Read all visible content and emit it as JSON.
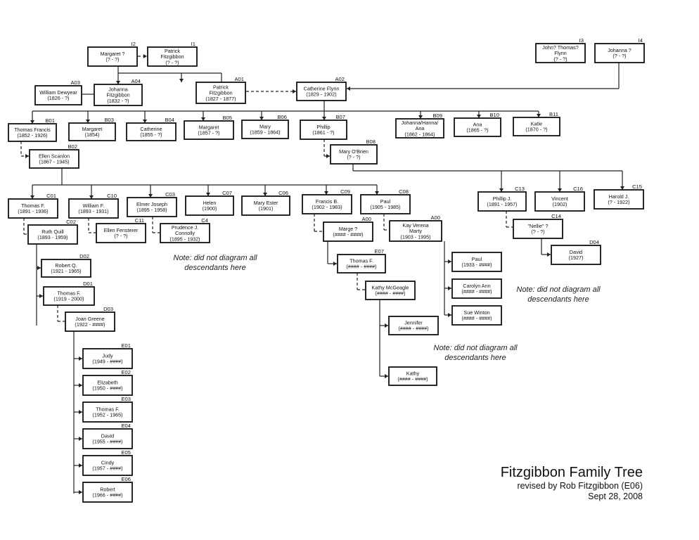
{
  "title": "Fitzgibbon Family Tree",
  "revised": "revised by Rob Fitzgibbon (E06)",
  "date": "Sept 28, 2008",
  "note": "Note: did not diagram all descendants here",
  "nodes": {
    "I2": {
      "id": "I2",
      "lines": [
        "Margaret ?",
        "(? - ?)"
      ]
    },
    "I1": {
      "id": "I1",
      "lines": [
        "Patrick",
        "Fitzgibbon",
        "(? - ?)"
      ]
    },
    "I3": {
      "id": "I3",
      "lines": [
        "John? Thomas?",
        "Flynn",
        "(? - ?)"
      ]
    },
    "I4": {
      "id": "I4",
      "lines": [
        "Johanna ?",
        "(? - ?)"
      ]
    },
    "A03": {
      "id": "A03",
      "lines": [
        "William Dewyear",
        "(1826 - ?)"
      ]
    },
    "A04": {
      "id": "A04",
      "lines": [
        "Johanna",
        "Fitzgibbon",
        "(1832 - ?)"
      ]
    },
    "A01": {
      "id": "A01",
      "lines": [
        "Patrick",
        "Fitzgibbon",
        "(1827 - 1877)"
      ]
    },
    "A02": {
      "id": "A02",
      "lines": [
        "Catherine Flynn",
        "(1829 - 1902)"
      ]
    },
    "B01": {
      "id": "B01",
      "lines": [
        "Thomas Francis",
        "(1852 - 1926)"
      ]
    },
    "B03": {
      "id": "B03",
      "lines": [
        "Margaret",
        "(1854)"
      ]
    },
    "B04": {
      "id": "B04",
      "lines": [
        "Catherine",
        "(1855 - ?)"
      ]
    },
    "B05": {
      "id": "B05",
      "lines": [
        "Margaret",
        "(1857 - ?)"
      ]
    },
    "B06": {
      "id": "B06",
      "lines": [
        "Mary",
        "(1859 - 1864)"
      ]
    },
    "B07": {
      "id": "B07",
      "lines": [
        "Phillip",
        "(1861 - ?)"
      ]
    },
    "B09": {
      "id": "B09",
      "lines": [
        "Johanna/Hanna/",
        "Ana",
        "(1862 - 1864)"
      ]
    },
    "B10": {
      "id": "B10",
      "lines": [
        "Ana",
        "(1865 - ?)"
      ]
    },
    "B11": {
      "id": "B11",
      "lines": [
        "Katie",
        "(1870 - ?)"
      ]
    },
    "B02": {
      "id": "B02",
      "lines": [
        "Ellen Scanlon",
        "(1867 - 1945)"
      ]
    },
    "B08": {
      "id": "B08",
      "lines": [
        "Mary O'Brien",
        "(? - ?)"
      ]
    },
    "C01": {
      "id": "C01",
      "lines": [
        "Thomas F.",
        "(1891 - 1936)"
      ]
    },
    "C10": {
      "id": "C10",
      "lines": [
        "William F.",
        "(1893 - 1931)"
      ]
    },
    "C03": {
      "id": "C03",
      "lines": [
        "Elmer Joseph",
        "(1895 - 1958)"
      ]
    },
    "C07": {
      "id": "C07",
      "lines": [
        "Helen",
        "(1900)"
      ]
    },
    "C06": {
      "id": "C06",
      "lines": [
        "Mary Ester",
        "(1901)"
      ]
    },
    "C09": {
      "id": "C09",
      "lines": [
        "Francis B.",
        "(1902 - 1983)"
      ]
    },
    "C08": {
      "id": "C08",
      "lines": [
        "Paul",
        "(1905 - 1985)"
      ]
    },
    "C13": {
      "id": "C13",
      "lines": [
        "Phillip J.",
        "(1891 - 1957)"
      ]
    },
    "C16": {
      "id": "C16",
      "lines": [
        "Vincent",
        "(1902)"
      ]
    },
    "C15": {
      "id": "C15",
      "lines": [
        "Harold J.",
        "(? - 1922)"
      ]
    },
    "C02": {
      "id": "C02",
      "lines": [
        "Ruth Quill",
        "(1893 - 1959)"
      ]
    },
    "C11": {
      "id": "C11",
      "lines": [
        "Ellen Fensterer",
        "(? - ?)"
      ]
    },
    "C4": {
      "id": "C4",
      "lines": [
        "Prudence J.",
        "Connolly",
        "(1895 - 1932)"
      ]
    },
    "A00a": {
      "id": "A00",
      "lines": [
        "Marge ?",
        "(#### - ####)"
      ]
    },
    "A00b": {
      "id": "A00",
      "lines": [
        "Kay Verena",
        "Marty",
        "(1903 - 1995)"
      ]
    },
    "C14": {
      "id": "C14",
      "lines": [
        "\"Nellie\" ?",
        "(? - ?)"
      ]
    },
    "D02": {
      "id": "D02",
      "lines": [
        "Robert Q.",
        "(1921 - 1965)"
      ]
    },
    "D01": {
      "id": "D01",
      "lines": [
        "Thomas F.",
        "(1919 - 2000)"
      ]
    },
    "D03": {
      "id": "D03",
      "lines": [
        "Joan Greene",
        "(1922 - ####)"
      ]
    },
    "E07": {
      "id": "E07",
      "lines": [
        "Thomas F.",
        "(#### - ####)"
      ]
    },
    "KM": {
      "id": "",
      "lines": [
        "Kathy McGeagle",
        "(#### - ####)"
      ]
    },
    "D04": {
      "id": "D04",
      "lines": [
        "David",
        "(1927)"
      ]
    },
    "P1": {
      "id": "",
      "lines": [
        "Paul",
        "(1933 - ####)"
      ]
    },
    "P2": {
      "id": "",
      "lines": [
        "Carolyn Ann",
        "(#### - ####)"
      ]
    },
    "P3": {
      "id": "",
      "lines": [
        "Sue Winton",
        "(#### - ####)"
      ]
    },
    "J1": {
      "id": "",
      "lines": [
        "Jennifer",
        "(#### - ####)"
      ]
    },
    "K1": {
      "id": "",
      "lines": [
        "Kathy",
        "(#### - ####)"
      ]
    },
    "E01": {
      "id": "E01",
      "lines": [
        "Judy",
        "(1949 - ####)"
      ]
    },
    "E02": {
      "id": "E02",
      "lines": [
        "Elizabeth",
        "(1950 - ####)"
      ]
    },
    "E03": {
      "id": "E03",
      "lines": [
        "Thomas F.",
        "(1952 - 1965)"
      ]
    },
    "E04": {
      "id": "E04",
      "lines": [
        "David",
        "(1955 - ####)"
      ]
    },
    "E05": {
      "id": "E05",
      "lines": [
        "Cindy",
        "(1957 - ####)"
      ]
    },
    "E06": {
      "id": "E06",
      "lines": [
        "Robert",
        "(1966 - ####)"
      ]
    }
  }
}
